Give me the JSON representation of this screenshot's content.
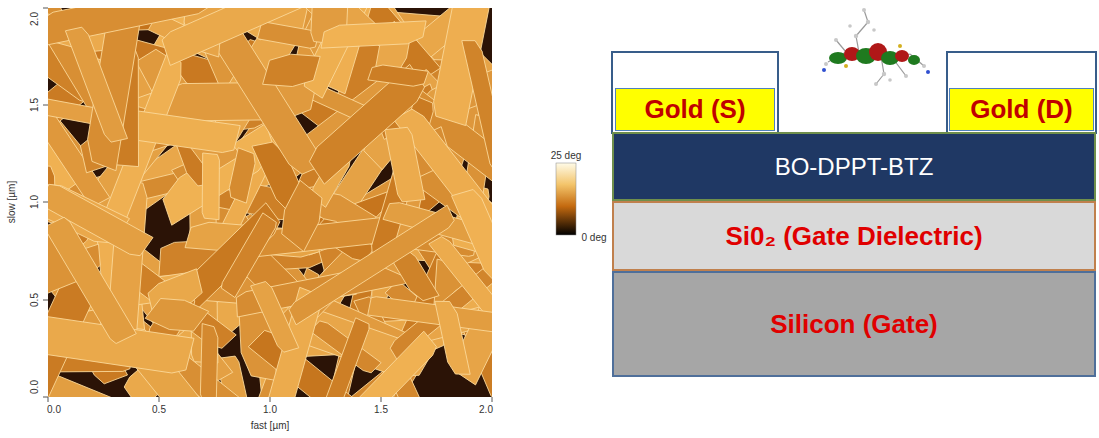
{
  "diagram": {
    "nodes": [
      {
        "text": [
          "Gold (S)"
        ]
      },
      {
        "text": [
          "Gold (D)"
        ]
      },
      {
        "text": [
          "BO-DPPT-BTZ"
        ]
      },
      {
        "text": [
          "Si0₂ (Gate Dielectric)"
        ]
      },
      {
        "text": [
          "Silicon (Gate)"
        ]
      }
    ],
    "labels": [
      "2.0",
      "1.5",
      "1.0",
      "0.5",
      "0.0",
      "slow [µm]",
      "0.0",
      "0.5",
      "1.0",
      "1.5",
      "2.0",
      "fast [µm]",
      "25 deg",
      "0 deg"
    ]
  }
}
